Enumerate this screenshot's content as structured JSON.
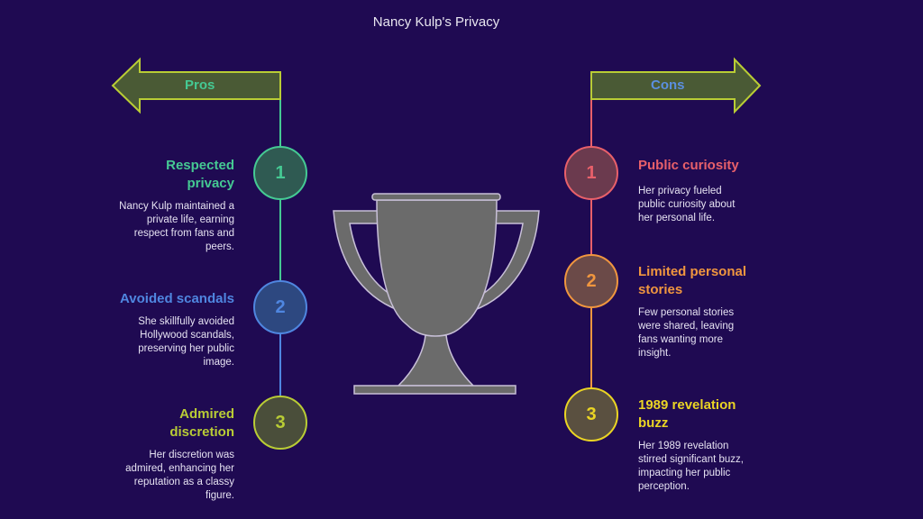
{
  "title": "Nancy Kulp's Privacy",
  "pros": {
    "label": "Pros",
    "items": [
      {
        "num": "1",
        "heading": "Respected privacy",
        "text": "Nancy Kulp maintained a private life, earning respect from fans and peers.",
        "color": "#45c993"
      },
      {
        "num": "2",
        "heading": "Avoided scandals",
        "text": "She skillfully avoided Hollywood scandals, preserving her public image.",
        "color": "#4f86e0"
      },
      {
        "num": "3",
        "heading": "Admired discretion",
        "text": "Her discretion was admired, enhancing her reputation as a classy figure.",
        "color": "#b9cc35"
      }
    ]
  },
  "cons": {
    "label": "Cons",
    "items": [
      {
        "num": "1",
        "heading": "Public curiosity",
        "text": "Her privacy fueled public curiosity about her personal life.",
        "color": "#e8606a"
      },
      {
        "num": "2",
        "heading": "Limited personal stories",
        "text": "Few personal stories were shared, leaving fans wanting more insight.",
        "color": "#f0963f"
      },
      {
        "num": "3",
        "heading": "1989 revelation buzz",
        "text": "Her 1989 revelation stirred significant buzz, impacting her public perception.",
        "color": "#ead424"
      }
    ]
  }
}
